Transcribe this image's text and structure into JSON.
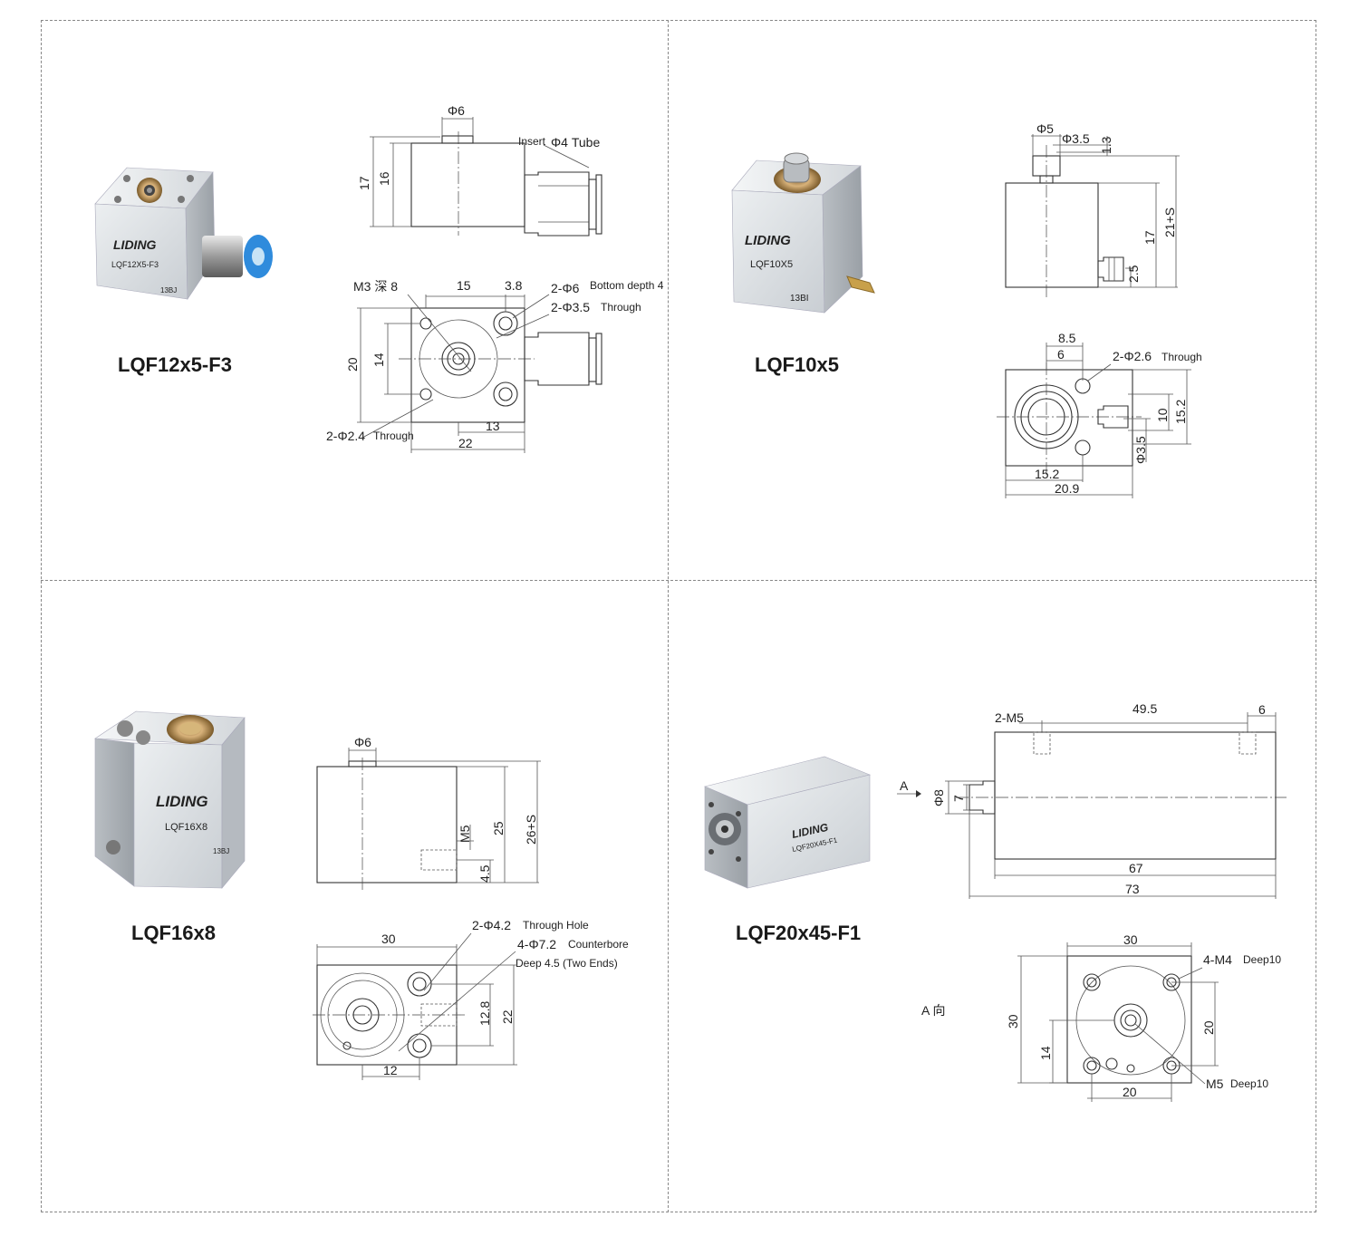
{
  "products": [
    {
      "model": "LQF12x5-F3",
      "brand": "LIDING",
      "photo_label": "LQF12X5-F3",
      "photo_code": "13BJ"
    },
    {
      "model": "LQF10x5",
      "brand": "LIDING",
      "photo_label": "LQF10X5",
      "photo_code": "13BI"
    },
    {
      "model": "LQF16x8",
      "brand": "LIDING",
      "photo_label": "LQF16X8",
      "photo_code": "13BJ"
    },
    {
      "model": "LQF20x45-F1",
      "brand": "LIDING",
      "photo_label": "LQF20X45-F1",
      "photo_code": ""
    }
  ],
  "d1": {
    "phi6": "Φ6",
    "insert_tube": "Insert",
    "insert_tube2": "Φ4 Tube",
    "h17": "17",
    "h16": "16",
    "m3": "M3 深 8",
    "w15": "15",
    "w38": "3.8",
    "hole1a": "2-Φ6",
    "hole1b": "Bottom depth 4",
    "hole2a": "2-Φ3.5",
    "hole2b": "Through",
    "h20": "20",
    "h14": "14",
    "hole3a": "2-Φ2.4",
    "hole3b": "Through",
    "w13": "13",
    "w22": "22"
  },
  "d2": {
    "phi5": "Φ5",
    "phi35": "Φ3.5",
    "h13": "1.3",
    "h25": "2.5",
    "h17": "17",
    "h21s": "21+S",
    "w85": "8.5",
    "w6": "6",
    "hole1a": "2-Φ2.6",
    "hole1b": "Through",
    "h10": "10",
    "h152": "15.2",
    "phi35b": "Φ3.5",
    "w152": "15.2",
    "w209": "20.9"
  },
  "d3": {
    "phi6": "Φ6",
    "m5": "M5",
    "h25": "25",
    "h26s": "26+S",
    "h45": "4.5",
    "w30": "30",
    "hole1a": "2-Φ4.2",
    "hole1b": "Through Hole",
    "hole2a": "4-Φ7.2",
    "hole2b": "Counterbore",
    "hole2c": "Deep 4.5 (Two Ends)",
    "h128": "12.8",
    "h22": "22",
    "w12": "12"
  },
  "d4": {
    "m5": "2-M5",
    "w495": "49.5",
    "w6": "6",
    "a": "A",
    "phi8": "Φ8",
    "h7": "7",
    "w67": "67",
    "w73": "73",
    "view_a": "A 向",
    "w30": "30",
    "hole1a": "4-M4",
    "hole1b": "Deep10",
    "h30": "30",
    "h20": "20",
    "h14": "14",
    "hole2a": "M5",
    "hole2b": "Deep10",
    "w20": "20"
  }
}
